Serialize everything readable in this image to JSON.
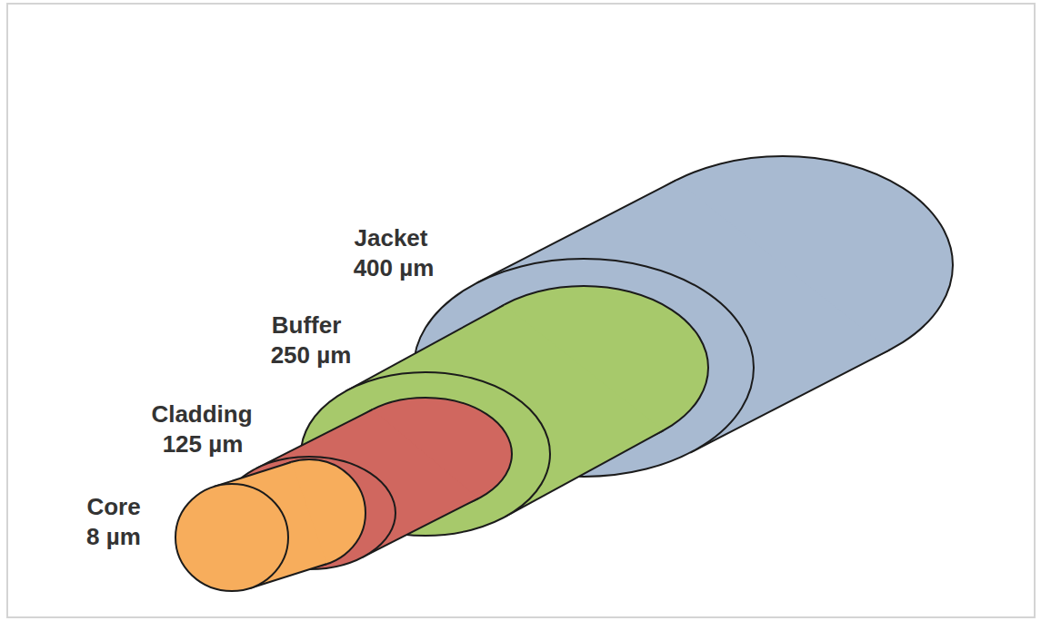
{
  "diagram": {
    "labels": [
      "Jacket",
      "400 µm",
      "Buffer",
      "250 µm",
      "Cladding",
      "125 µm",
      "Core",
      "8 µm"
    ]
  }
}
